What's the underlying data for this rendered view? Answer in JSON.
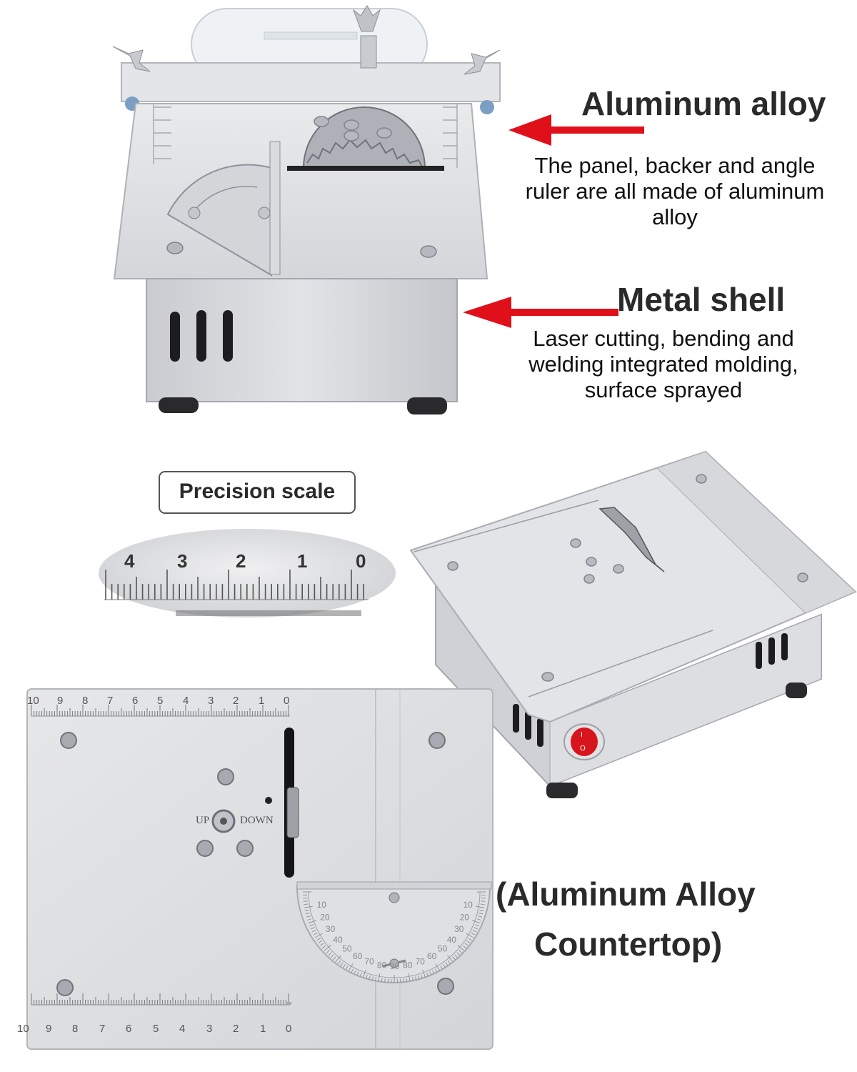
{
  "features": {
    "aluminum": {
      "title": "Aluminum alloy",
      "description_lines": [
        "The panel, backer and angle",
        "ruler are all made of aluminum",
        "alloy"
      ]
    },
    "shell": {
      "title": "Metal shell",
      "description_lines": [
        "Laser cutting, bending and",
        "welding integrated molding,",
        "surface sprayed"
      ]
    },
    "scale_label": "Precision scale",
    "countertop_lines": [
      "(Aluminum Alloy",
      "Countertop)"
    ]
  },
  "magnified_scale_numbers": [
    "4",
    "3",
    "2",
    "1",
    "0"
  ],
  "top_ruler_numbers": [
    "10",
    "9",
    "8",
    "7",
    "6",
    "5",
    "4",
    "3",
    "2",
    "1",
    "0"
  ],
  "bottom_ruler_numbers": [
    "10",
    "9",
    "8",
    "7",
    "6",
    "5",
    "4",
    "3",
    "2",
    "1",
    "0"
  ],
  "switch_labels": {
    "up": "UP",
    "down": "DOWN"
  },
  "protractor_numbers": [
    "10",
    "20",
    "30",
    "40",
    "50",
    "60",
    "70",
    "80",
    "90",
    "80",
    "70",
    "60",
    "50",
    "40",
    "30",
    "20",
    "10"
  ],
  "colors": {
    "arrow": "#e0101a",
    "aluminum": "#dcdde0",
    "shadow": "#b9bcc2",
    "switch": "#d8141c"
  }
}
